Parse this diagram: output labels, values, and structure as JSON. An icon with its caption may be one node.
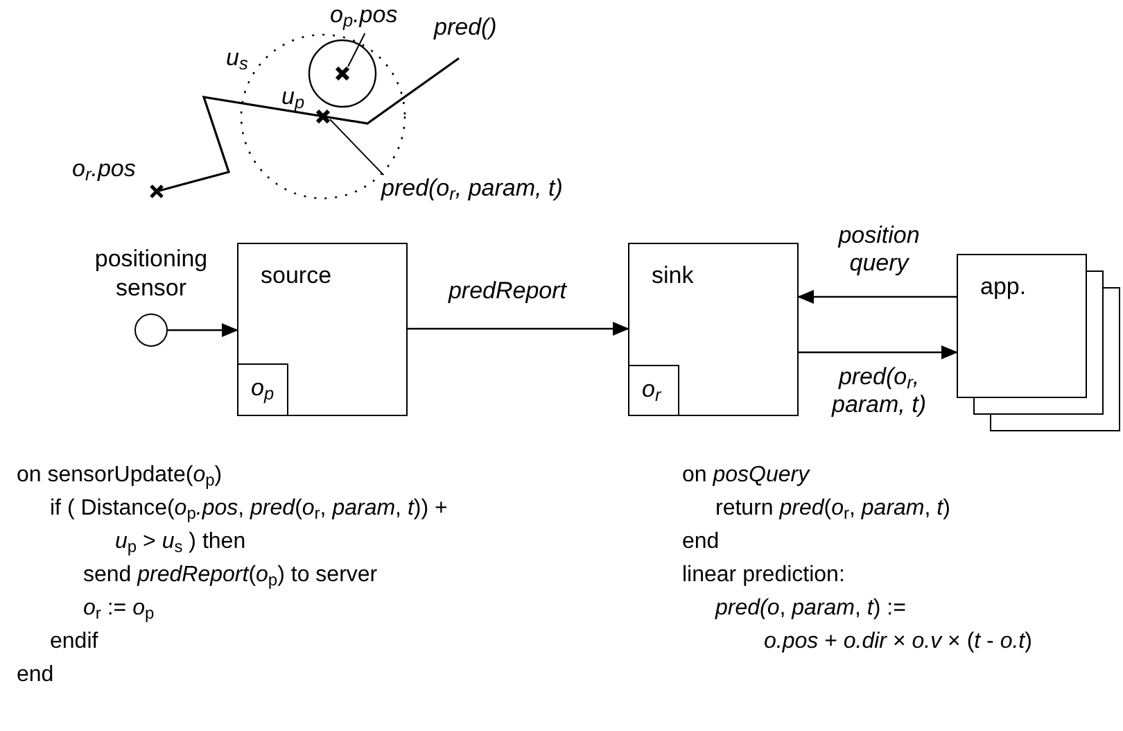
{
  "diagram": {
    "nodes": [
      {
        "text": [
          "o$_{p}$.pos"
        ]
      },
      {
        "text": [],
        "shape": "cross"
      },
      {
        "text": [
          "pred(o$_{r}$, param, t)"
        ]
      },
      {
        "text": [],
        "shape": "cross"
      },
      {
        "text": [],
        "shape": "circle",
        "beside": [
          "positioning sensor"
        ]
      },
      {
        "text": [
          "source"
        ]
      },
      {
        "text": [
          "o$_{p}$"
        ],
        "in": 5
      },
      {
        "text": [
          "sink"
        ]
      },
      {
        "text": [
          "o$_{r}$"
        ],
        "in": 7
      },
      {
        "text": [
          "app."
        ]
      }
    ],
    "edges": [
      {
        "from": 0,
        "to": 1,
        "arrow": "none"
      },
      {
        "from": 2,
        "to": 3,
        "arrow": "none"
      },
      {
        "from": 4,
        "to": 5,
        "arrow": "to"
      },
      {
        "from": 5,
        "to": 7,
        "arrow": "to",
        "label": "predReport"
      },
      {
        "from": 9,
        "to": 7,
        "arrow": "to",
        "label": "position query"
      },
      {
        "from": 7,
        "to": 9,
        "arrow": "to",
        "label": "pred(o$_{r}$, param, t)"
      }
    ],
    "labels": [
      "u$_{s}$",
      "u$_{p}$",
      "o$_{r}$.pos",
      "pred()",
      "on sensorUpdate(*o*$_{p}$)",
      "if ( Distance(*o*$_{p}$*.pos*, *pred*(*o*$_{r}$, *param*, *t*)) +",
      "*u*$_{p}$ > *u*$_{s}$ ) then",
      "send *predReport*(*o*$_{p}$) to server",
      "*o*$_{r}$ := *o*$_{p}$",
      "endif",
      "end",
      "on *posQuery*",
      "return *pred*(*o*$_{r}$, *param*, *t*)",
      "end",
      "linear prediction:",
      "*pred(o*, *param*, *t*) :=",
      "*o.pos* + *o.dir* × *o.v* × (*t* - *o.t*)"
    ]
  }
}
